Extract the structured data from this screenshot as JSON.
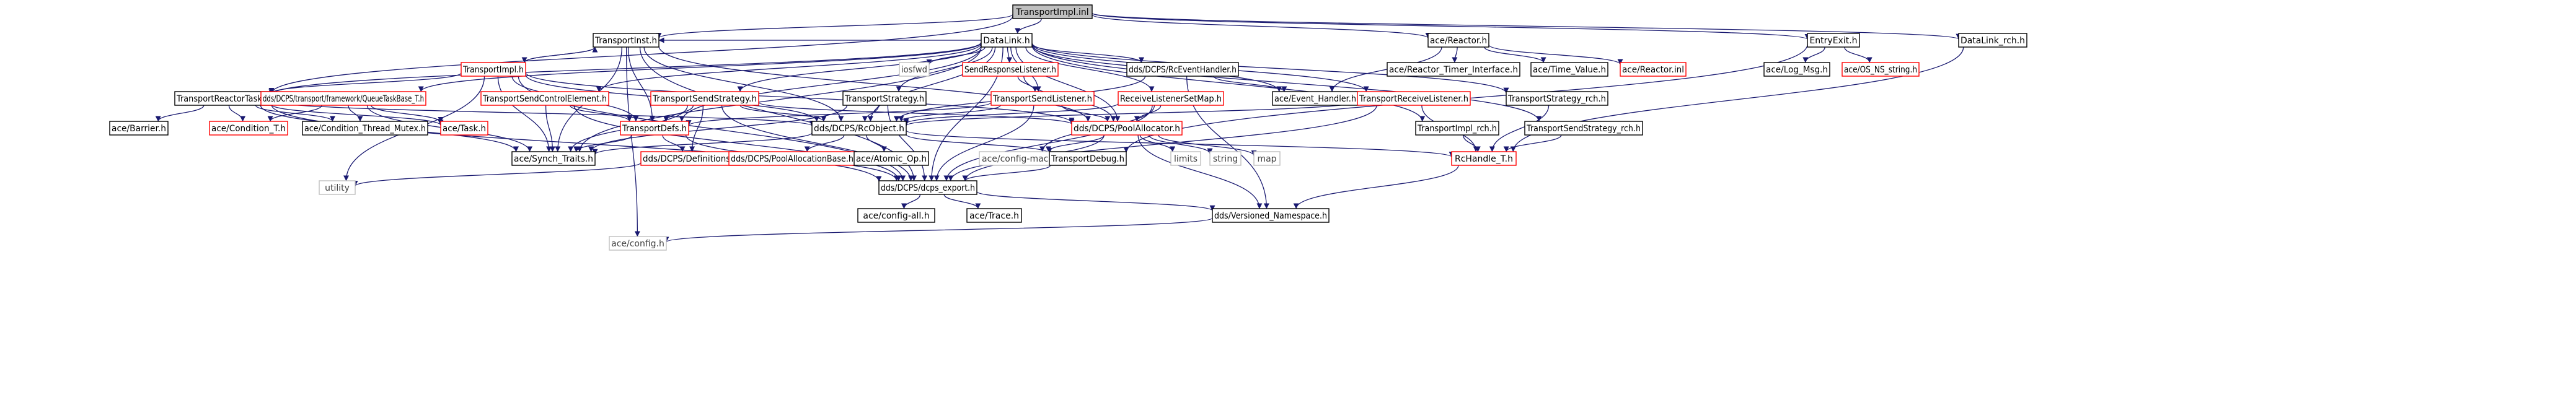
{
  "style": {
    "edge_color": "#191970",
    "box_black": "#000000",
    "box_red": "#ff0000",
    "box_grey": "#bfbfbf",
    "root_fill": "#bfbfbf",
    "text_color": "#000000",
    "grey_text_color": "#404040"
  },
  "nodes": {
    "n1": {
      "label": "TransportImpl.inl",
      "kind": "root"
    },
    "n2": {
      "label": "TransportInst.h",
      "kind": "black"
    },
    "n3": {
      "label": "DataLink.h",
      "kind": "black"
    },
    "n4": {
      "label": "ace/Reactor.h",
      "kind": "black"
    },
    "n5": {
      "label": "EntryExit.h",
      "kind": "black"
    },
    "n6": {
      "label": "DataLink_rch.h",
      "kind": "black"
    },
    "n7": {
      "label": "TransportImpl.h",
      "kind": "red"
    },
    "n8": {
      "label": "SendResponseListener.h",
      "kind": "red"
    },
    "n9": {
      "label": "dds/DCPS/RcEventHandler.h",
      "kind": "black"
    },
    "n10": {
      "label": "iosfwd",
      "kind": "grey"
    },
    "n11": {
      "label": "ace/Reactor_Timer_Interface.h",
      "kind": "black"
    },
    "n12": {
      "label": "ace/Time_Value.h",
      "kind": "black"
    },
    "n13": {
      "label": "ace/Reactor.inl",
      "kind": "red"
    },
    "n14": {
      "label": "ace/Log_Msg.h",
      "kind": "black"
    },
    "n15": {
      "label": "ace/OS_NS_string.h",
      "kind": "red"
    },
    "n16": {
      "label": "TransportReactorTask.h",
      "kind": "black"
    },
    "n17": {
      "label": "dds/DCPS/transport/framework/QueueTaskBase_T.h",
      "kind": "red"
    },
    "n18": {
      "label": "TransportSendControlElement.h",
      "kind": "red"
    },
    "n19": {
      "label": "TransportSendStrategy.h",
      "kind": "red"
    },
    "n20": {
      "label": "TransportStrategy.h",
      "kind": "black"
    },
    "n21": {
      "label": "TransportSendListener.h",
      "kind": "red"
    },
    "n22": {
      "label": "ReceiveListenerSetMap.h",
      "kind": "red"
    },
    "n23": {
      "label": "ace/Event_Handler.h",
      "kind": "black"
    },
    "n24": {
      "label": "TransportReceiveListener.h",
      "kind": "red"
    },
    "n25": {
      "label": "TransportStrategy_rch.h",
      "kind": "black"
    },
    "n26": {
      "label": "ace/Barrier.h",
      "kind": "black"
    },
    "n27": {
      "label": "ace/Condition_T.h",
      "kind": "red"
    },
    "n28": {
      "label": "ace/Condition_Thread_Mutex.h",
      "kind": "black"
    },
    "n29": {
      "label": "ace/Task.h",
      "kind": "red"
    },
    "n30": {
      "label": "TransportDefs.h",
      "kind": "red"
    },
    "n31": {
      "label": "dds/DCPS/RcObject.h",
      "kind": "black"
    },
    "n32": {
      "label": "dds/DCPS/PoolAllocator.h",
      "kind": "red"
    },
    "n33": {
      "label": "TransportImpl_rch.h",
      "kind": "black"
    },
    "n34": {
      "label": "TransportSendStrategy_rch.h",
      "kind": "black"
    },
    "n35": {
      "label": "ace/Synch_Traits.h",
      "kind": "black"
    },
    "n36": {
      "label": "dds/DCPS/Definitions.h",
      "kind": "red"
    },
    "n37": {
      "label": "dds/DCPS/PoolAllocationBase.h",
      "kind": "red"
    },
    "n38": {
      "label": "ace/Atomic_Op.h",
      "kind": "black"
    },
    "n39": {
      "label": "ace/config-macros.h",
      "kind": "grey"
    },
    "n40": {
      "label": "TransportDebug.h",
      "kind": "black"
    },
    "n41": {
      "label": "limits",
      "kind": "grey"
    },
    "n42": {
      "label": "string",
      "kind": "grey"
    },
    "n43": {
      "label": "map",
      "kind": "grey"
    },
    "n44": {
      "label": "RcHandle_T.h",
      "kind": "red"
    },
    "n45": {
      "label": "utility",
      "kind": "grey"
    },
    "n46": {
      "label": "dds/DCPS/dcps_export.h",
      "kind": "black"
    },
    "n47": {
      "label": "ace/config-all.h",
      "kind": "black"
    },
    "n48": {
      "label": "ace/Trace.h",
      "kind": "black"
    },
    "n49": {
      "label": "dds/Versioned_Namespace.h",
      "kind": "black"
    },
    "n50": {
      "label": "ace/config.h",
      "kind": "grey"
    }
  }
}
